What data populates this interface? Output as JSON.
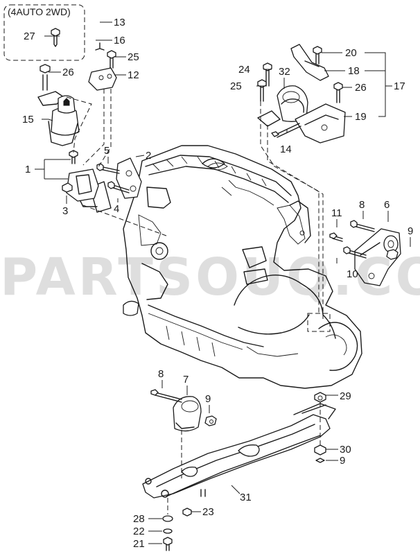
{
  "inset_label": "(4AUTO 2WD)",
  "watermark": "PARTSOUQ.COM",
  "callouts": {
    "c1": "1",
    "c2": "2",
    "c3": "3",
    "c4": "4",
    "c5": "5",
    "c6": "6",
    "c7": "7",
    "c8a": "8",
    "c8b": "8",
    "c9a": "9",
    "c9b": "9",
    "c9c": "9",
    "c10": "10",
    "c11": "11",
    "c12": "12",
    "c13": "13",
    "c14": "14",
    "c15": "15",
    "c16": "16",
    "c17": "17",
    "c18": "18",
    "c19": "19",
    "c20": "20",
    "c21": "21",
    "c22": "22",
    "c23": "23",
    "c24": "24",
    "c25a": "25",
    "c25b": "25",
    "c26a": "26",
    "c26b": "26",
    "c27": "27",
    "c28": "28",
    "c29": "29",
    "c30": "30",
    "c31": "31",
    "c32": "32"
  },
  "colors": {
    "ink": "#1a1a1a",
    "watermark": "#000000"
  }
}
